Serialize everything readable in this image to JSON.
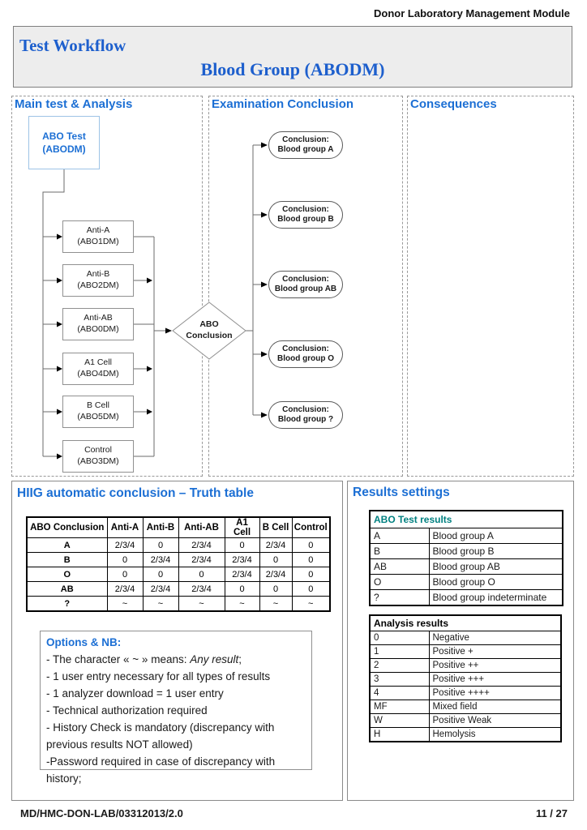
{
  "header": {
    "module_title": "Donor Laboratory Management Module"
  },
  "title_block": {
    "title": "Test Workflow",
    "subtitle": "Blood Group (ABODM)"
  },
  "columns": {
    "col1": "Main test & Analysis",
    "col2": "Examination Conclusion",
    "col3": "Consequences"
  },
  "flowchart": {
    "start": {
      "line1": "ABO Test",
      "line2": "(ABODM)"
    },
    "analyses": [
      {
        "line1": "Anti-A",
        "line2": "(ABO1DM)"
      },
      {
        "line1": "Anti-B",
        "line2": "(ABO2DM)"
      },
      {
        "line1": "Anti-AB",
        "line2": "(ABO0DM)"
      },
      {
        "line1": "A1 Cell",
        "line2": "(ABO4DM)"
      },
      {
        "line1": "B Cell",
        "line2": "(ABO5DM)"
      },
      {
        "line1": "Control",
        "line2": "(ABO3DM)"
      }
    ],
    "decision": {
      "line1": "ABO",
      "line2": "Conclusion"
    },
    "conclusions": [
      {
        "line1": "Conclusion:",
        "line2": "Blood group A"
      },
      {
        "line1": "Conclusion:",
        "line2": "Blood group B"
      },
      {
        "line1": "Conclusion:",
        "line2": "Blood group AB"
      },
      {
        "line1": "Conclusion:",
        "line2": "Blood group O"
      },
      {
        "line1": "Conclusion:",
        "line2": "Blood group ?"
      }
    ]
  },
  "truth_section": {
    "title": "HIIG automatic conclusion – Truth table",
    "table": {
      "headers": [
        "ABO Conclusion",
        "Anti-A",
        "Anti-B",
        "Anti-AB",
        "A1 Cell",
        "B Cell",
        "Control"
      ],
      "rows": [
        [
          "A",
          "2/3/4",
          "0",
          "2/3/4",
          "0",
          "2/3/4",
          "0"
        ],
        [
          "B",
          "0",
          "2/3/4",
          "2/3/4",
          "2/3/4",
          "0",
          "0"
        ],
        [
          "O",
          "0",
          "0",
          "0",
          "2/3/4",
          "2/3/4",
          "0"
        ],
        [
          "AB",
          "2/3/4",
          "2/3/4",
          "2/3/4",
          "0",
          "0",
          "0"
        ],
        [
          "?",
          "~",
          "~",
          "~",
          "~",
          "~",
          "~"
        ]
      ]
    },
    "options": {
      "title": "Options & NB:",
      "intro": {
        "pre": "- The character « ~ » means: ",
        "italic": "Any result",
        "post": ";"
      },
      "lines": [
        "- 1 user entry necessary for all types of results",
        "- 1 analyzer download = 1 user entry",
        "- Technical authorization required",
        "- History Check is mandatory (discrepancy with previous results NOT allowed)",
        "-Password required in case of discrepancy with history;"
      ]
    }
  },
  "results_section": {
    "title": "Results settings",
    "abo_table": {
      "header": "ABO Test results",
      "rows": [
        [
          "A",
          "Blood group A"
        ],
        [
          "B",
          "Blood group B"
        ],
        [
          "AB",
          "Blood group AB"
        ],
        [
          "O",
          "Blood group O"
        ],
        [
          "?",
          "Blood group indeterminate"
        ]
      ]
    },
    "analysis_table": {
      "header": "Analysis results",
      "rows": [
        [
          "0",
          "Negative"
        ],
        [
          "1",
          "Positive +"
        ],
        [
          "2",
          "Positive ++"
        ],
        [
          "3",
          "Positive +++"
        ],
        [
          "4",
          "Positive ++++"
        ],
        [
          "MF",
          "Mixed field"
        ],
        [
          "W",
          "Positive Weak"
        ],
        [
          "H",
          "Hemolysis"
        ]
      ]
    }
  },
  "footer": {
    "doc_ref": "MD/HMC-DON-LAB/03312013/2.0",
    "page_number": "11 / 27"
  },
  "colors": {
    "heading_blue": "#1c6fd4",
    "serif_title_blue": "#1d5fcd",
    "teal_header": "#008080",
    "start_box_border": "#9dc3e6",
    "box_border_gray": "#909090",
    "title_box_bg": "#ededed"
  }
}
